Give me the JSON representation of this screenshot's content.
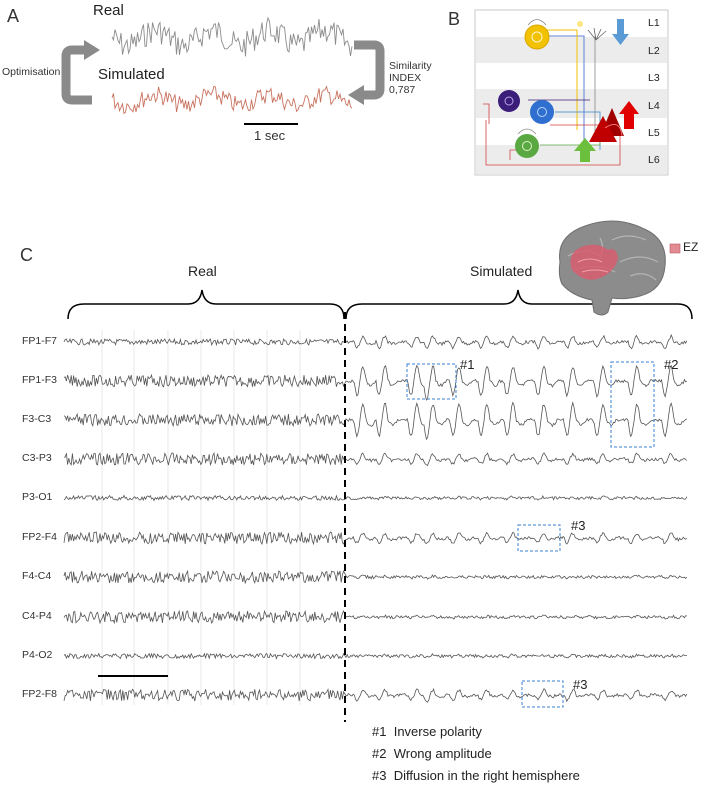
{
  "panels": {
    "a": {
      "letter": "A",
      "real_label": "Real",
      "simulated_label": "Simulated",
      "optimisation_label": "Optimisation",
      "similarity_lines": [
        "Similarity",
        "INDEX",
        "0,787"
      ],
      "scale_label": "1 sec"
    },
    "b": {
      "letter": "B",
      "layers": [
        "L1",
        "L2",
        "L3",
        "L4",
        "L5",
        "L6"
      ],
      "colors": {
        "yellow_cell": "#f2c200",
        "purple_cell": "#3b1d7a",
        "blue_cell": "#2f6fd0",
        "green_cell": "#5aa842",
        "pyramidal": "#c00000",
        "input_arrow_green": "#6cbf3c",
        "input_arrow_blue": "#5b9bd5",
        "output_arrow_red": "#e00000"
      }
    },
    "c": {
      "letter": "C",
      "real_label": "Real",
      "simulated_label": "Simulated",
      "ez_label": "EZ",
      "ez_color": "#e38a93",
      "channels": [
        "FP1-F7",
        "FP1-F3",
        "F3-C3",
        "C3-P3",
        "P3-O1",
        "FP2-F4",
        "F4-C4",
        "C4-P4",
        "P4-O2",
        "FP2-F8"
      ],
      "channel_spike_amplitude": [
        0.35,
        0.9,
        1.0,
        0.3,
        0.05,
        0.3,
        0.05,
        0.05,
        0.05,
        0.3
      ],
      "annotations": [
        "#1",
        "#2",
        "#3",
        "#3"
      ],
      "legend": [
        {
          "tag": "#1",
          "text": "Inverse polarity"
        },
        {
          "tag": "#2",
          "text": "Wrong amplitude"
        },
        {
          "tag": "#3",
          "text": "Diffusion in the right hemisphere"
        }
      ]
    }
  }
}
